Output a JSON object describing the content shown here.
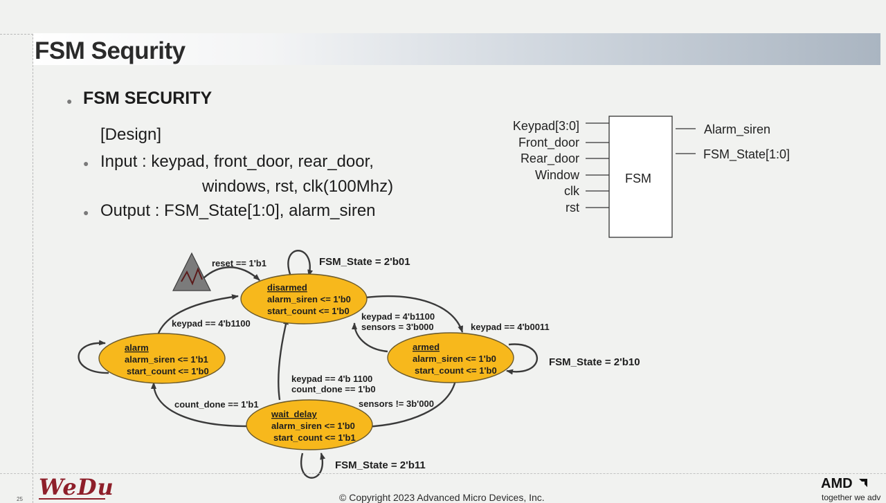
{
  "slide": {
    "title": "FSM Sequrity",
    "page_number": "25",
    "copyright": "© Copyright 2023 Advanced Micro Devices, Inc.",
    "logo_left": "WeDu",
    "logo_right": "AMD",
    "tagline": "together we adv"
  },
  "bullets": {
    "heading": "FSM SECURITY",
    "design": "[Design]",
    "input_line1": "Input :  keypad, front_door, rear_door,",
    "input_line2": "windows, rst, clk(100Mhz)",
    "output": "Output : FSM_State[1:0], alarm_siren"
  },
  "block": {
    "label": "FSM",
    "inputs": [
      "Keypad[3:0]",
      "Front_door",
      "Rear_door",
      "Window",
      "clk",
      "rst"
    ],
    "outputs": [
      "Alarm_siren",
      "FSM_State[1:0]"
    ]
  },
  "states": {
    "disarmed": {
      "name": "disarmed",
      "line1": "alarm_siren <= 1'b0",
      "line2": "start_count <= 1'b0"
    },
    "armed": {
      "name": "armed",
      "line1": "alarm_siren <= 1'b0",
      "line2": "start_count <= 1'b0"
    },
    "alarm": {
      "name": "alarm",
      "line1": "alarm_siren <= 1'b1",
      "line2": "start_count <= 1'b0"
    },
    "wait_delay": {
      "name": "wait_delay",
      "line1": "alarm_siren <= 1'b0",
      "line2": "start_count <= 1'b1"
    }
  },
  "transitions": {
    "reset": "reset == 1'b1",
    "disarmed_self": "FSM_State = 2'b01",
    "armed_self": "FSM_State = 2'b10",
    "wait_self": "FSM_State = 2'b11",
    "to_armed": "keypad == 4'b0011",
    "armed_to_disarmed_1": "keypad = 4'b1100",
    "armed_to_disarmed_2": "sensors = 3'b000",
    "alarm_to_disarmed": "keypad == 4'b1100",
    "wait_to_disarmed_1": "keypad == 4'b 1100",
    "wait_to_disarmed_2": "count_done == 1'b0",
    "armed_to_wait": "sensors != 3b'000",
    "wait_to_alarm": "count_done == 1'b1"
  },
  "colors": {
    "state_fill": "#f7b81c",
    "state_stroke": "#6b5a2c",
    "arrow": "#3a3a3a",
    "wedu": "#8e1f2a"
  },
  "icons": {
    "reset_marker": "warning-triangle-icon",
    "amd_logo": "amd-arrow-icon"
  }
}
